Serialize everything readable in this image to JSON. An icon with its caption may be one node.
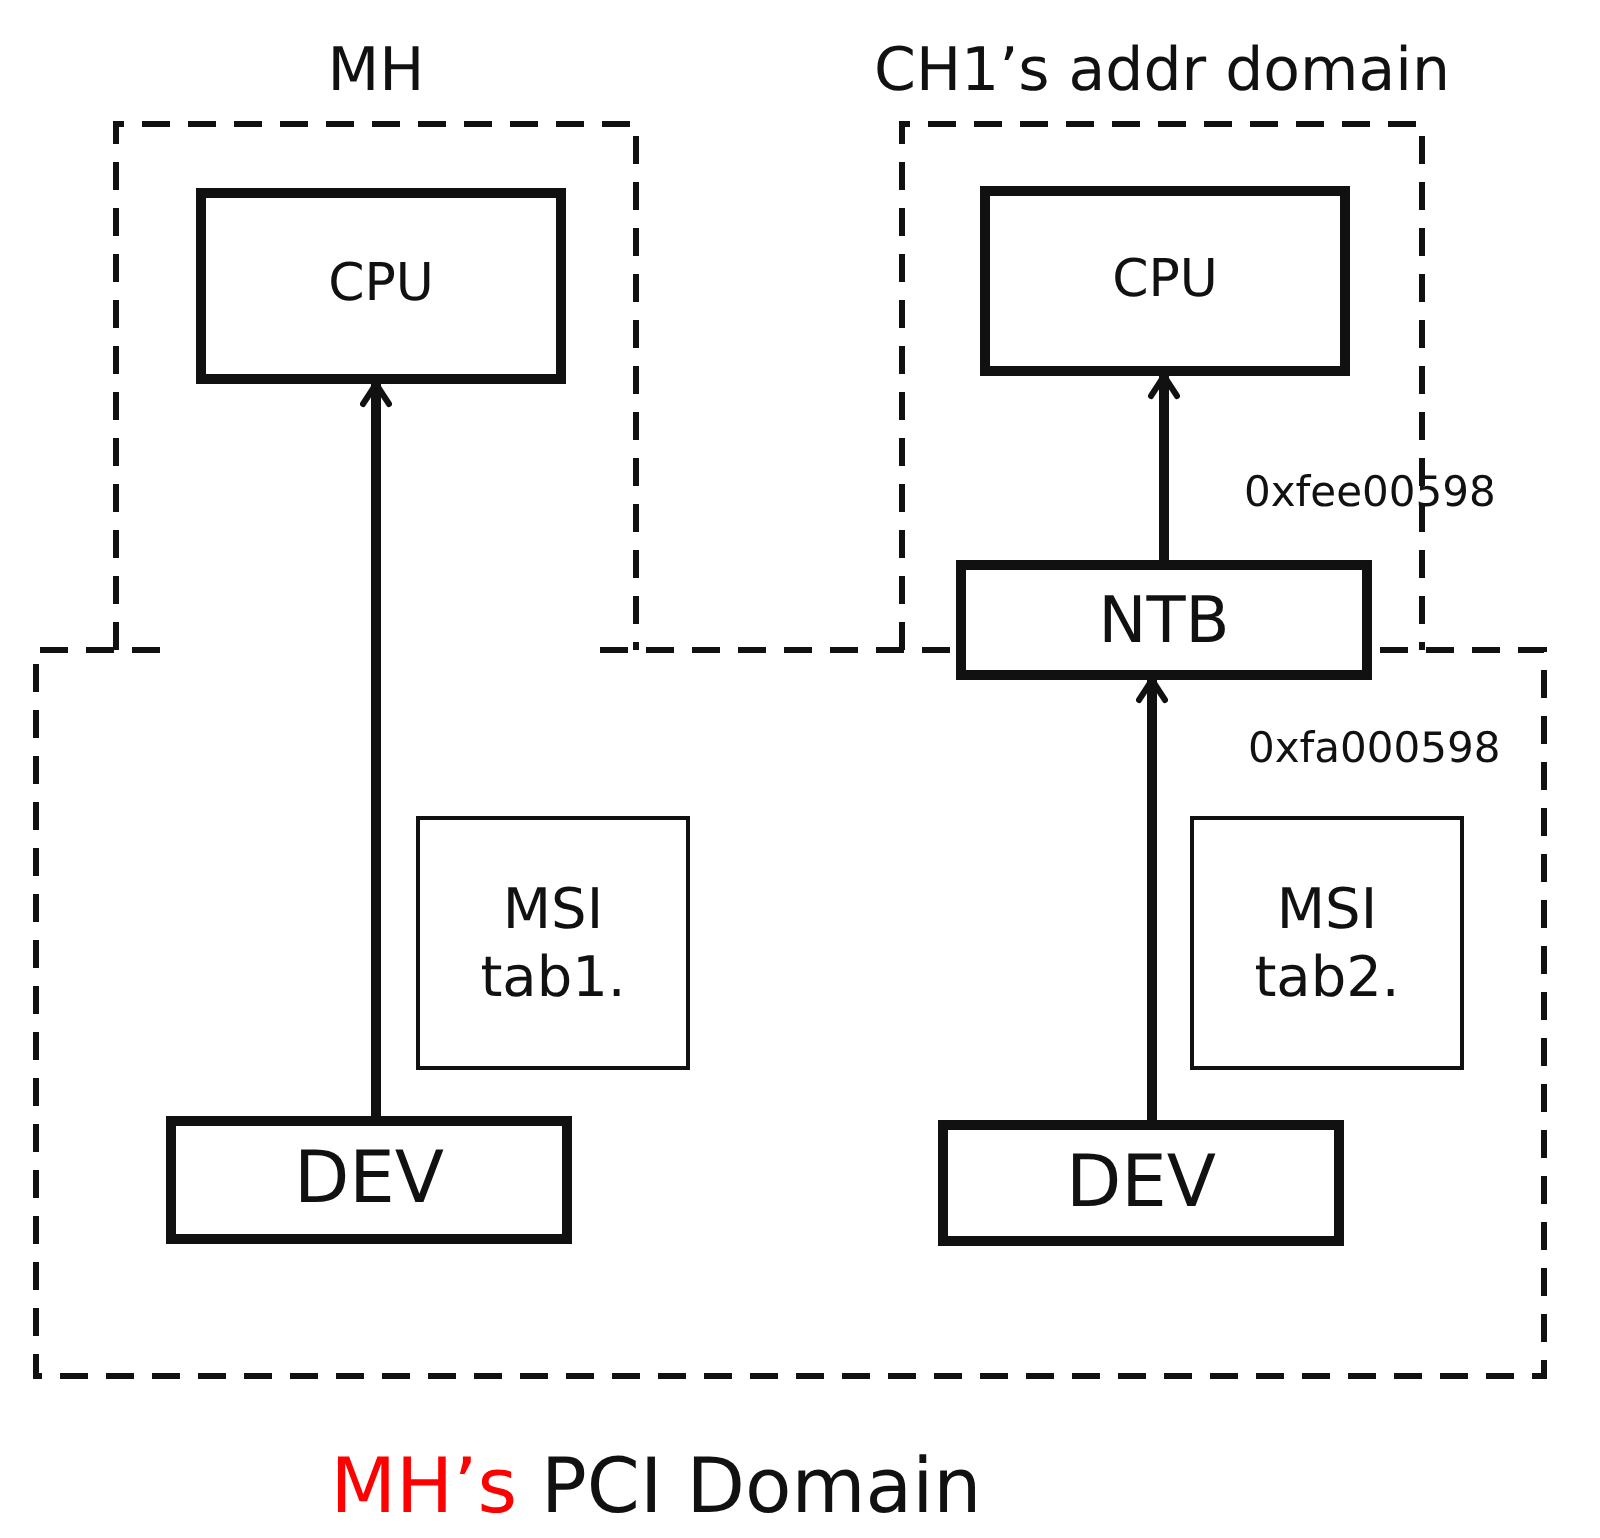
{
  "diagram": {
    "nodes": [
      {
        "text": [
          "MH"
        ]
      },
      {
        "text": [
          "CPU"
        ],
        "in": 0
      },
      {
        "text": [
          "CH1’s addr domain"
        ]
      },
      {
        "text": [
          "CPU"
        ],
        "in": 2
      },
      {
        "text": [
          "NTB"
        ],
        "beside": [
          "0xfee00598",
          "0xfa000598"
        ]
      },
      {
        "text": [
          "MH’s",
          "PCI Domain"
        ]
      },
      {
        "text": [
          "MSI tab1."
        ],
        "in": 5
      },
      {
        "text": [
          "DEV"
        ],
        "in": 5
      },
      {
        "text": [
          "MSI tab2."
        ],
        "in": 5
      },
      {
        "text": [
          "DEV"
        ],
        "in": 5
      }
    ],
    "edges": [
      {
        "from": 7,
        "to": 1,
        "arrow": "to"
      },
      {
        "from": 9,
        "to": 4,
        "arrow": "to"
      },
      {
        "from": 4,
        "to": 3,
        "arrow": "to"
      }
    ]
  }
}
